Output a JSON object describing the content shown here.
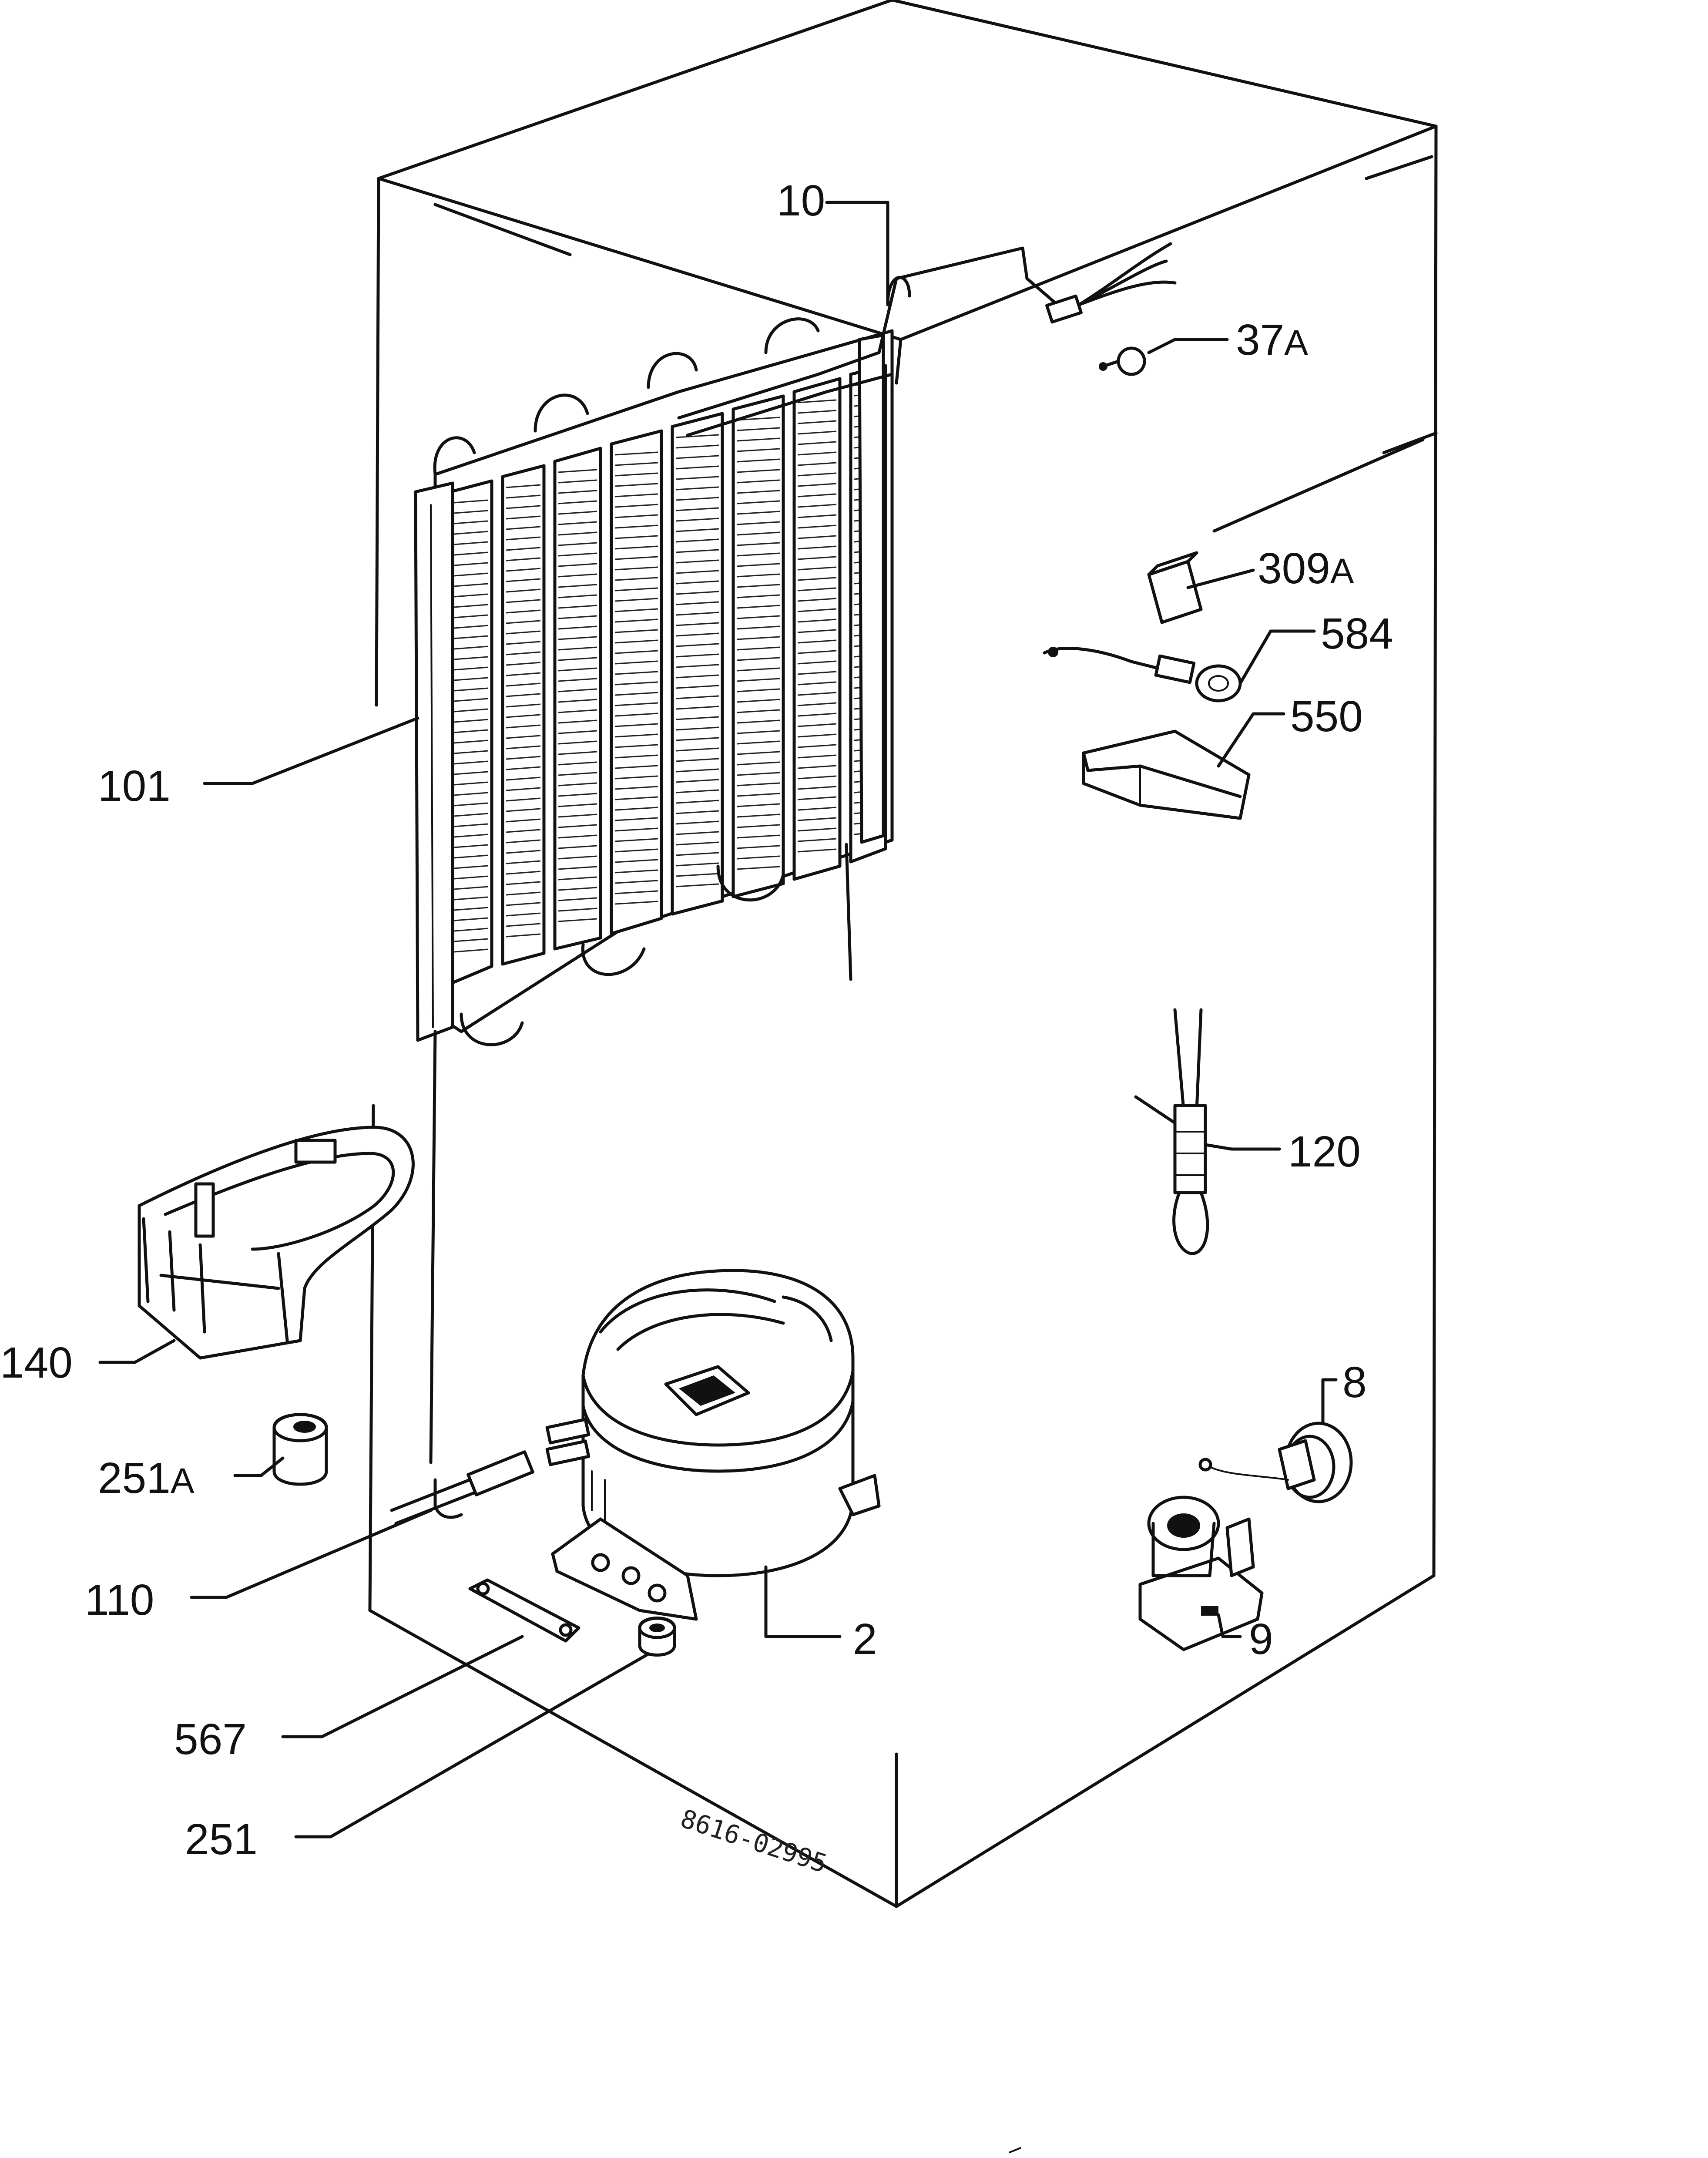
{
  "parts": {
    "p10": "10",
    "p37a": "37",
    "p37a_suffix": "A",
    "p309a": "309",
    "p309a_suffix": "A",
    "p584": "584",
    "p550": "550",
    "p101": "101",
    "p120": "120",
    "p140": "140",
    "p8": "8",
    "p251a": "251",
    "p251a_suffix": "A",
    "p110": "110",
    "p2": "2",
    "p9": "9",
    "p567": "567",
    "p251": "251"
  },
  "drawing_number": "8616-02995"
}
